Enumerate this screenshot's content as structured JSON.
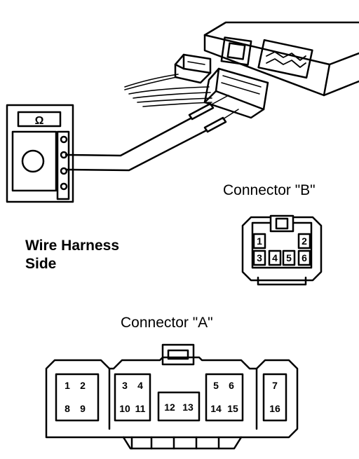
{
  "meter": {
    "symbol": "Ω"
  },
  "connector_b": {
    "title": "Connector \"B\"",
    "pins": [
      "1",
      "2",
      "3",
      "4",
      "5",
      "6"
    ]
  },
  "connector_a": {
    "title": "Connector \"A\"",
    "pins": [
      "1",
      "2",
      "8",
      "9",
      "3",
      "4",
      "10",
      "11",
      "12",
      "13",
      "5",
      "6",
      "14",
      "15",
      "7",
      "16"
    ]
  },
  "side_label": {
    "line1": "Wire Harness",
    "line2": "Side"
  }
}
